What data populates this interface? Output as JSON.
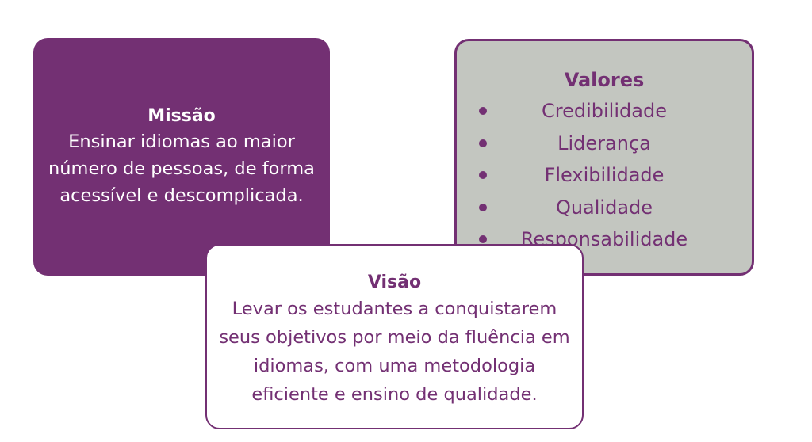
{
  "missao": {
    "title": "Missão",
    "lines": [
      "Ensinar idiomas ao maior",
      "número de pessoas, de forma",
      "acessível e descomplicada."
    ]
  },
  "valores": {
    "title": "Valores",
    "items": [
      "Credibilidade",
      "Liderança",
      "Flexibilidade",
      "Qualidade",
      "Responsabilidade"
    ]
  },
  "visao": {
    "title": "Visão",
    "lines": [
      "Levar os estudantes a conquistarem",
      "seus objetivos por meio da fluência em",
      "idiomas, com uma metodologia",
      "eficiente e ensino de qualidade."
    ]
  },
  "colors": {
    "primary": "#733073",
    "values_background": "#c3c6c0",
    "vision_background": "#ffffff"
  }
}
